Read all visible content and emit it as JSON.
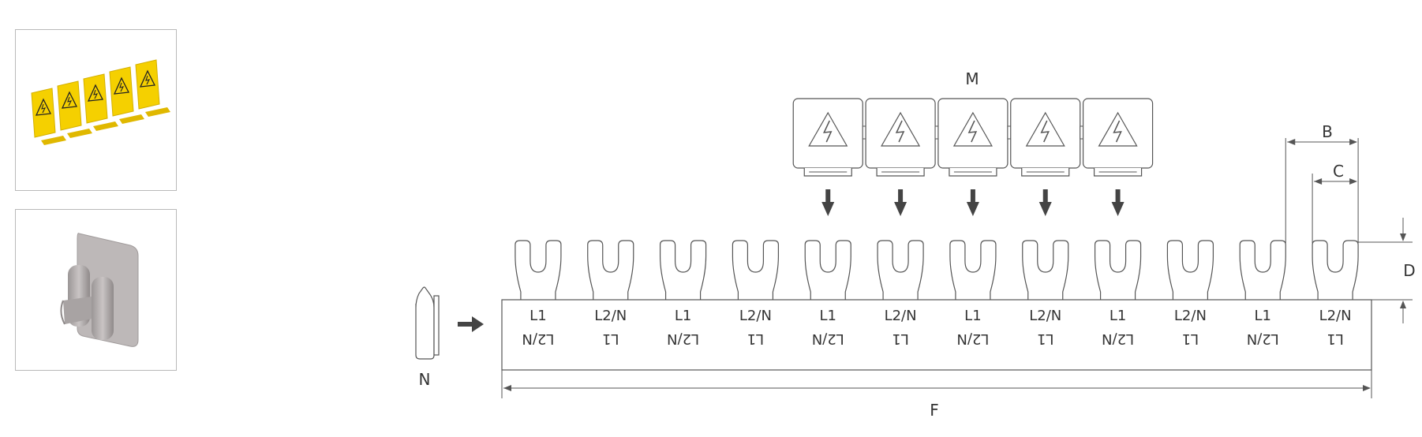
{
  "thumbnails": [
    {
      "subject": "yellow-shroud-strip"
    },
    {
      "subject": "grey-end-cap"
    }
  ],
  "diagram": {
    "labels": {
      "M": "M",
      "N": "N",
      "B": "B",
      "C": "C",
      "D": "D",
      "F": "F"
    },
    "slots": [
      {
        "top": "L1",
        "bottom": "L2/N"
      },
      {
        "top": "L2/N",
        "bottom": "L1"
      },
      {
        "top": "L1",
        "bottom": "L2/N"
      },
      {
        "top": "L2/N",
        "bottom": "L1"
      },
      {
        "top": "L1",
        "bottom": "L2/N"
      },
      {
        "top": "L2/N",
        "bottom": "L1"
      },
      {
        "top": "L1",
        "bottom": "L2/N"
      },
      {
        "top": "L2/N",
        "bottom": "L1"
      },
      {
        "top": "L1",
        "bottom": "L2/N"
      },
      {
        "top": "L2/N",
        "bottom": "L1"
      },
      {
        "top": "L1",
        "bottom": "L2/N"
      },
      {
        "top": "L2/N",
        "bottom": "L1"
      }
    ],
    "shroud_count": 5,
    "colors": {
      "line": "#555555",
      "arrow": "#444444",
      "yellow": "#f5d000",
      "grey": "#b8b3b3"
    }
  }
}
